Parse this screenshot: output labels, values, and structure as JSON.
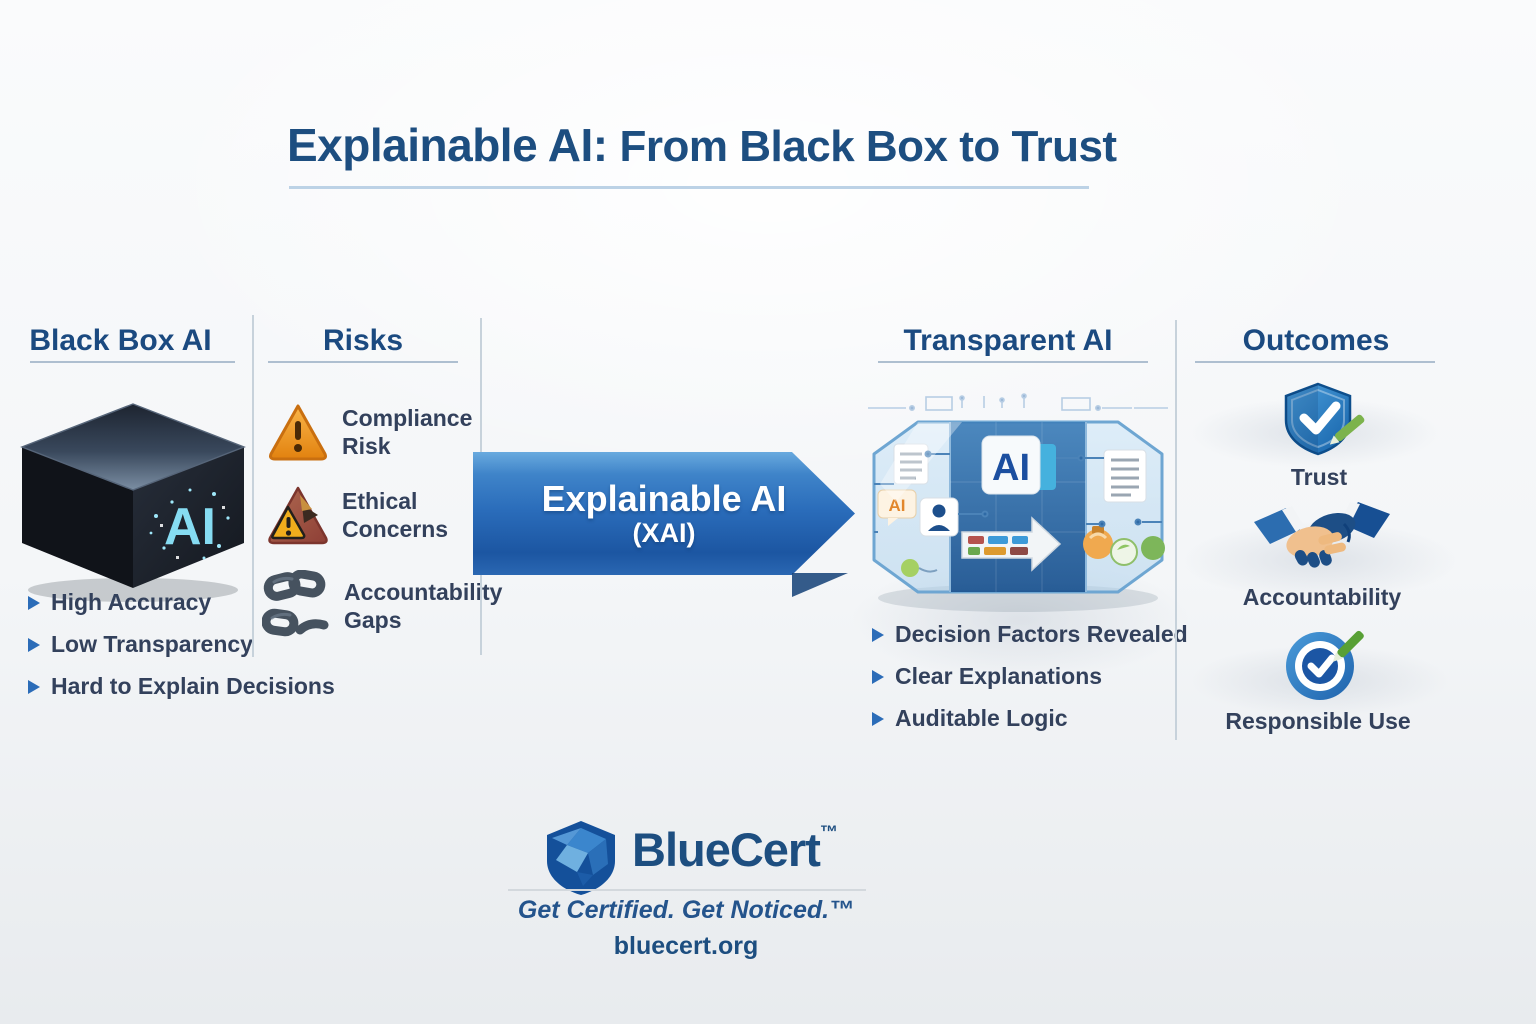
{
  "title": {
    "lead": "Explainable AI:",
    "rest": "From Black Box to Trust"
  },
  "black_box": {
    "header": "Black Box AI",
    "cube_label": "AI",
    "bullets": [
      "High Accuracy",
      "Low Transparency",
      "Hard to Explain Decisions"
    ]
  },
  "risks": {
    "header": "Risks",
    "items": [
      {
        "icon": "warning-triangle-icon",
        "label": "Compliance Risk"
      },
      {
        "icon": "ethics-warning-icon",
        "label": "Ethical Concerns"
      },
      {
        "icon": "broken-chain-icon",
        "label": "Accountability Gaps"
      }
    ]
  },
  "arrow": {
    "line1": "Explainable AI",
    "line2": "(XAI)"
  },
  "transparent": {
    "header": "Transparent AI",
    "ai_tile": "AI",
    "bubble_label": "AI",
    "bullets": [
      "Decision Factors Revealed",
      "Clear Explanations",
      "Auditable Logic"
    ]
  },
  "outcomes": {
    "header": "Outcomes",
    "items": [
      {
        "icon": "shield-check-icon",
        "label": "Trust"
      },
      {
        "icon": "handshake-icon",
        "label": "Accountability"
      },
      {
        "icon": "target-check-icon",
        "label": "Responsible Use"
      }
    ]
  },
  "footer": {
    "brand": "BlueCert",
    "trademark": "™",
    "tagline": "Get Certified. Get Noticed.™",
    "url": "bluecert.org"
  },
  "colors": {
    "heading_blue": "#1b4a80",
    "body_text": "#33415c",
    "bullet_arrow": "#2b6cb8",
    "arrow_banner_top": "#69aadf",
    "arrow_banner_bottom": "#1c56a2",
    "warning_orange": "#f0a02a",
    "ethics_maroon": "#9c4a3f",
    "chain_gray": "#46525f",
    "brand_blue": "#1d4e80"
  }
}
